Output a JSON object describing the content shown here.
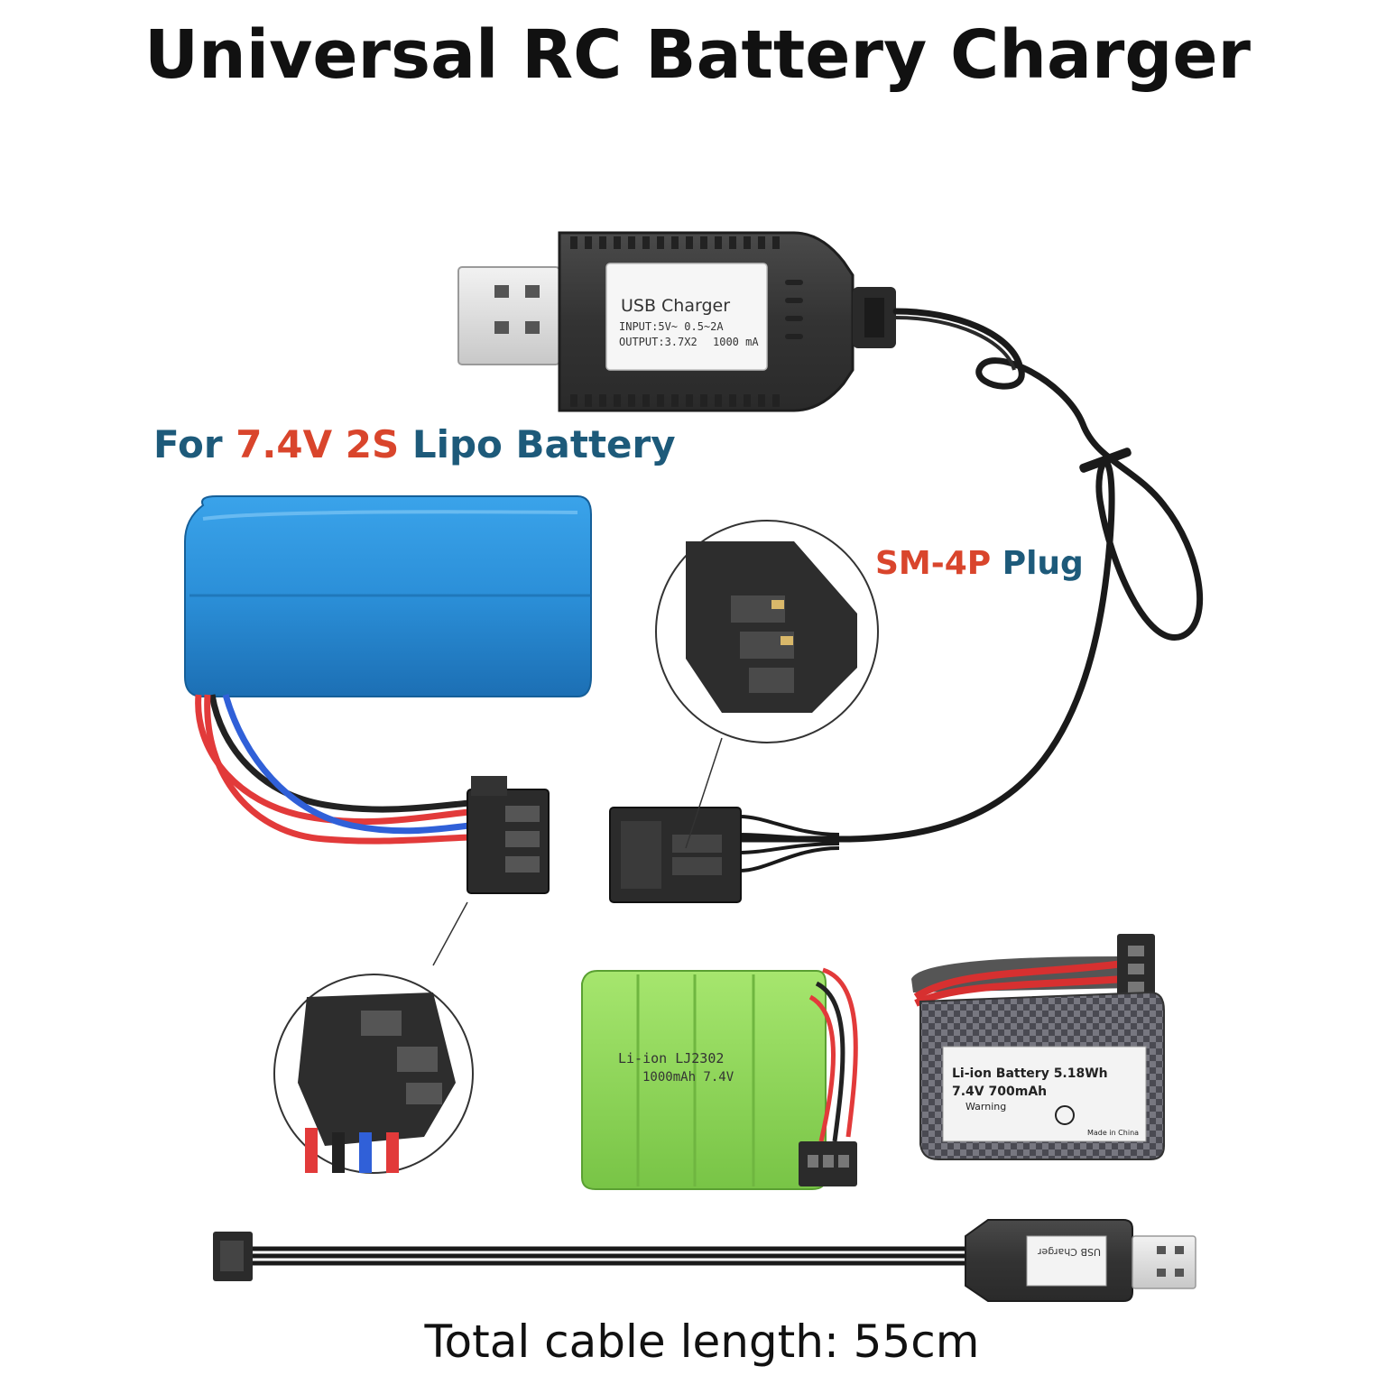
{
  "title": "Universal RC Battery Charger",
  "battery_heading": {
    "prefix": "For",
    "spec": "7.4V 2S",
    "suffix": "Lipo Battery"
  },
  "plug_heading": {
    "type": "SM-4P",
    "word": "Plug"
  },
  "charger_label": {
    "title": "USB Charger",
    "input": "INPUT:5V~ 0.5~2A",
    "output": "OUTPUT:3.7X2",
    "output_current": "1000 mA"
  },
  "green_battery_label": {
    "line1": "Li-ion LJ2302",
    "line2": "1000mAh 7.4V"
  },
  "carbon_battery_label": {
    "line1": "Li-ion Battery  5.18Wh",
    "line2": "7.4V  700mAh",
    "warning": "Warning",
    "made_in": "Made in China"
  },
  "small_charger_label": {
    "title": "USB Charger"
  },
  "footer": "Total cable length: 55cm",
  "colors": {
    "title": "#111111",
    "heading_blue": "#1d5a7a",
    "heading_red": "#d9452c",
    "battery_blue": "#2b8fd8",
    "battery_green": "#8fd85a",
    "charger_body": "#3a3a3a"
  }
}
